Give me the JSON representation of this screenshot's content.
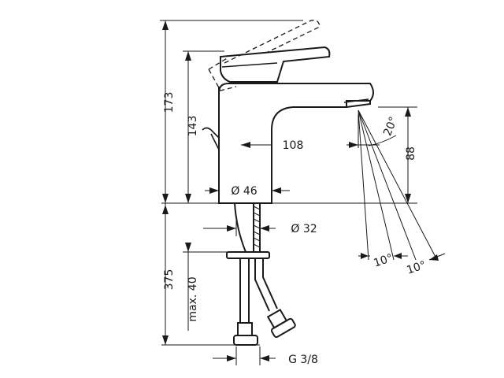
{
  "dimensions": {
    "height_total": "173",
    "height_spout": "143",
    "projection": "108",
    "spout_clearance": "88",
    "body_diameter": "Ø 46",
    "shank_diameter": "Ø 32",
    "max_thickness": "max. 40",
    "hose_length": "375",
    "connection": "G 3/8",
    "jet_angle": "20°",
    "jet_angle_left": "10°",
    "jet_angle_right": "10°"
  },
  "colors": {
    "line": "#1a1a1a",
    "background": "#ffffff"
  }
}
